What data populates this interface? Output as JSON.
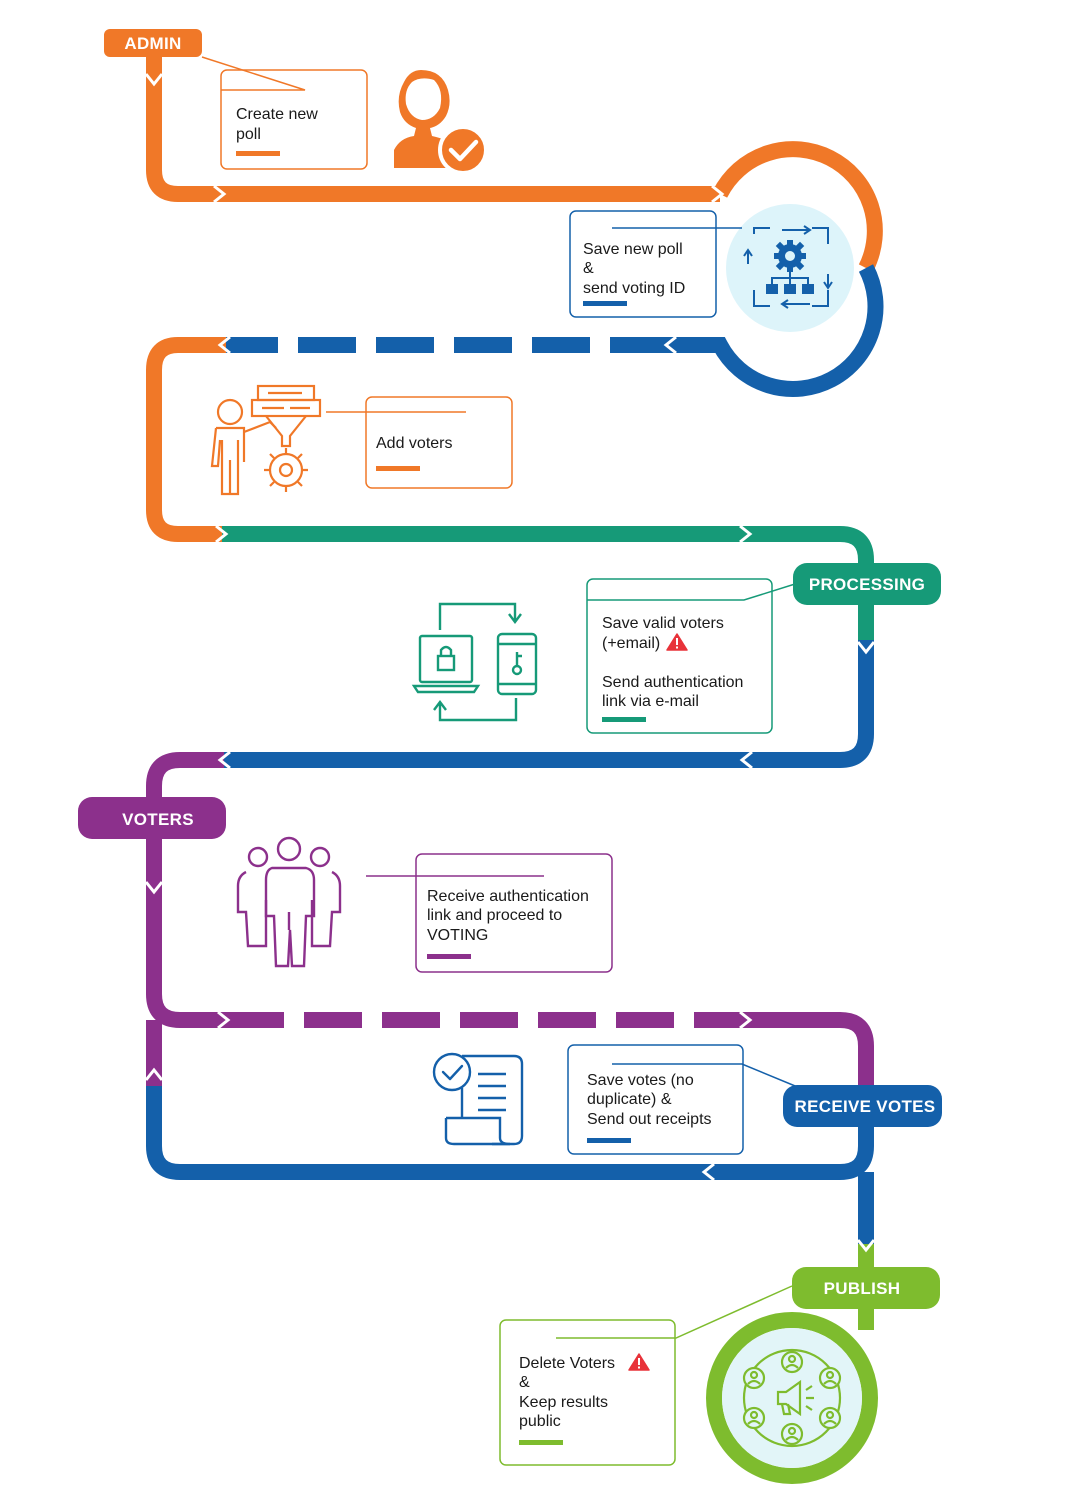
{
  "colors": {
    "orange": "#F07828",
    "blue": "#1460AA",
    "teal": "#169A78",
    "purple": "#8C308C",
    "green": "#7EBC2E",
    "red": "#E8333A",
    "light_blue_fill": "#DDF4FA",
    "light_green_fill": "#E2F5F8"
  },
  "stages": {
    "admin": "ADMIN",
    "processing": "PROCESSING",
    "voters": "VOTERS",
    "receive_votes": "RECEIVE VOTES",
    "publish": "PUBLISH"
  },
  "steps": {
    "create_poll": [
      "Create new",
      "poll"
    ],
    "save_poll": [
      "Save new poll",
      "&",
      "send voting ID"
    ],
    "add_voters": [
      "Add voters"
    ],
    "save_valid_voters": [
      "Save valid voters",
      "(+email)"
    ],
    "send_auth": [
      "Send authentication",
      "link via e-mail"
    ],
    "receive_auth": [
      "Receive authentication",
      "link and proceed to",
      "VOTING"
    ],
    "save_votes": [
      "Save votes (no",
      "duplicate) &",
      "Send out receipts"
    ],
    "delete_voters": [
      "Delete Voters",
      "&",
      "Keep results",
      "public"
    ]
  },
  "icons": {
    "admin": "admin-check-icon",
    "process": "process-gear-icon",
    "add_voters": "person-funnel-gear-icon",
    "auth": "laptop-phone-lock-icon",
    "voters": "group-people-icon",
    "votes": "document-check-icon",
    "publish": "network-megaphone-icon",
    "warning": "warning-icon"
  }
}
